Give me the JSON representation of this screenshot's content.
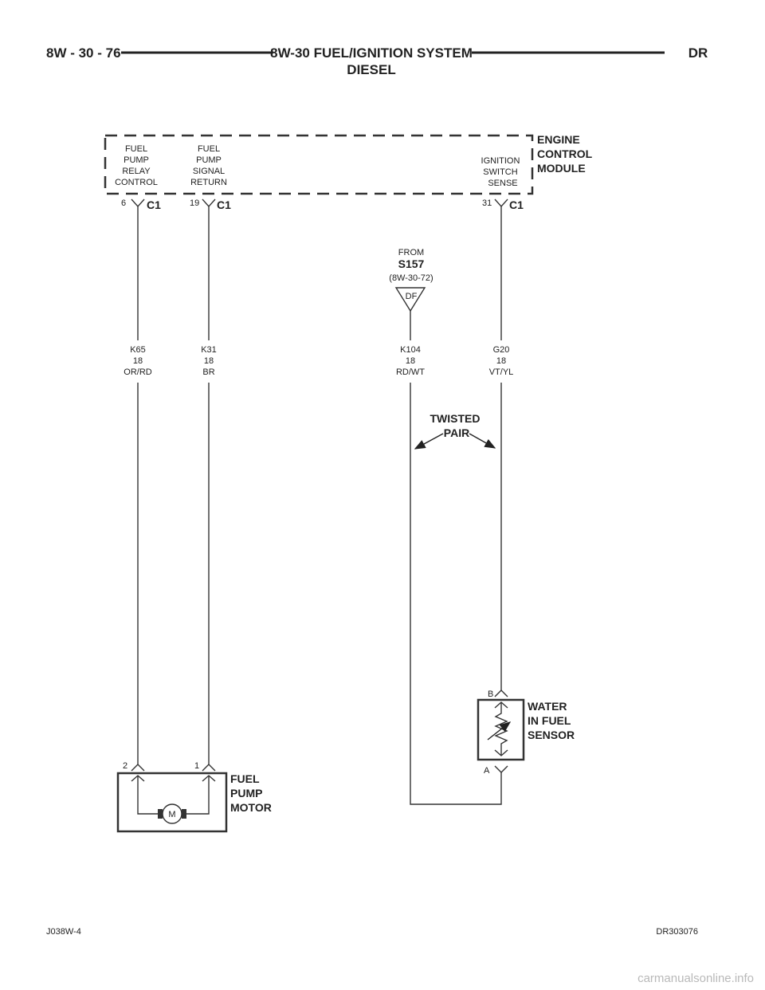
{
  "header": {
    "page_number": "8W - 30 - 76",
    "title_line1": "8W-30 FUEL/IGNITION SYSTEM",
    "title_line2": "DIESEL",
    "model": "DR"
  },
  "ecm": {
    "name_lines": [
      "ENGINE",
      "CONTROL",
      "MODULE"
    ],
    "pins": [
      {
        "label_lines": [
          "FUEL",
          "PUMP",
          "RELAY",
          "CONTROL"
        ],
        "pin": "6",
        "connector": "C1"
      },
      {
        "label_lines": [
          "FUEL",
          "PUMP",
          "SIGNAL",
          "RETURN"
        ],
        "pin": "19",
        "connector": "C1"
      },
      {
        "label_lines": [
          "IGNITION",
          "SWITCH",
          "SENSE"
        ],
        "pin": "31",
        "connector": "C1"
      }
    ]
  },
  "splice": {
    "from": "FROM",
    "id": "S157",
    "ref": "(8W-30-72)",
    "code": "DF"
  },
  "wires": [
    {
      "circuit": "K65",
      "gauge": "18",
      "color": "OR/RD"
    },
    {
      "circuit": "K31",
      "gauge": "18",
      "color": "BR"
    },
    {
      "circuit": "K104",
      "gauge": "18",
      "color": "RD/WT"
    },
    {
      "circuit": "G20",
      "gauge": "18",
      "color": "VT/YL"
    }
  ],
  "twisted_pair": [
    "TWISTED",
    "PAIR"
  ],
  "sensor": {
    "name_lines": [
      "WATER",
      "IN FUEL",
      "SENSOR"
    ],
    "pin_top": "B",
    "pin_bottom": "A"
  },
  "motor": {
    "name_lines": [
      "FUEL",
      "PUMP",
      "MOTOR"
    ],
    "pin_left": "2",
    "pin_right": "1",
    "symbol": "M"
  },
  "footer": {
    "left": "J038W-4",
    "right": "DR303076"
  },
  "watermark": "carmanualsonline.info"
}
